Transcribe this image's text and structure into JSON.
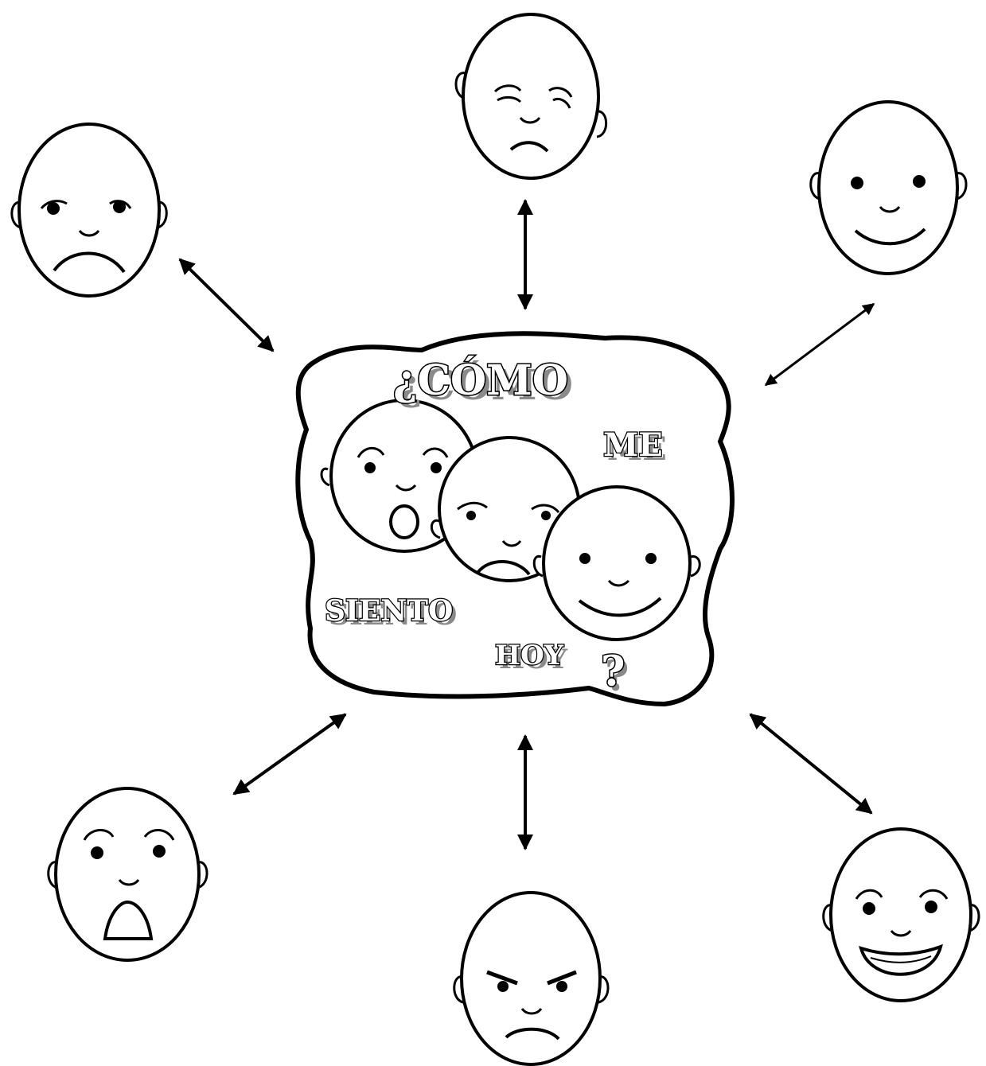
{
  "center": {
    "word_como": "¿CÓMO",
    "word_me": "ME",
    "word_siento": "SIENTO",
    "word_hoy": "HOY",
    "question_mark": "?"
  },
  "faces": [
    {
      "icon": "sad-face-icon"
    },
    {
      "icon": "tired-face-icon"
    },
    {
      "icon": "happy-face-icon"
    },
    {
      "icon": "scared-face-icon"
    },
    {
      "icon": "angry-face-icon"
    },
    {
      "icon": "laughing-face-icon"
    }
  ],
  "colors": {
    "stroke": "#000000",
    "background": "#ffffff",
    "text_shadow": "#8a8a8a"
  }
}
